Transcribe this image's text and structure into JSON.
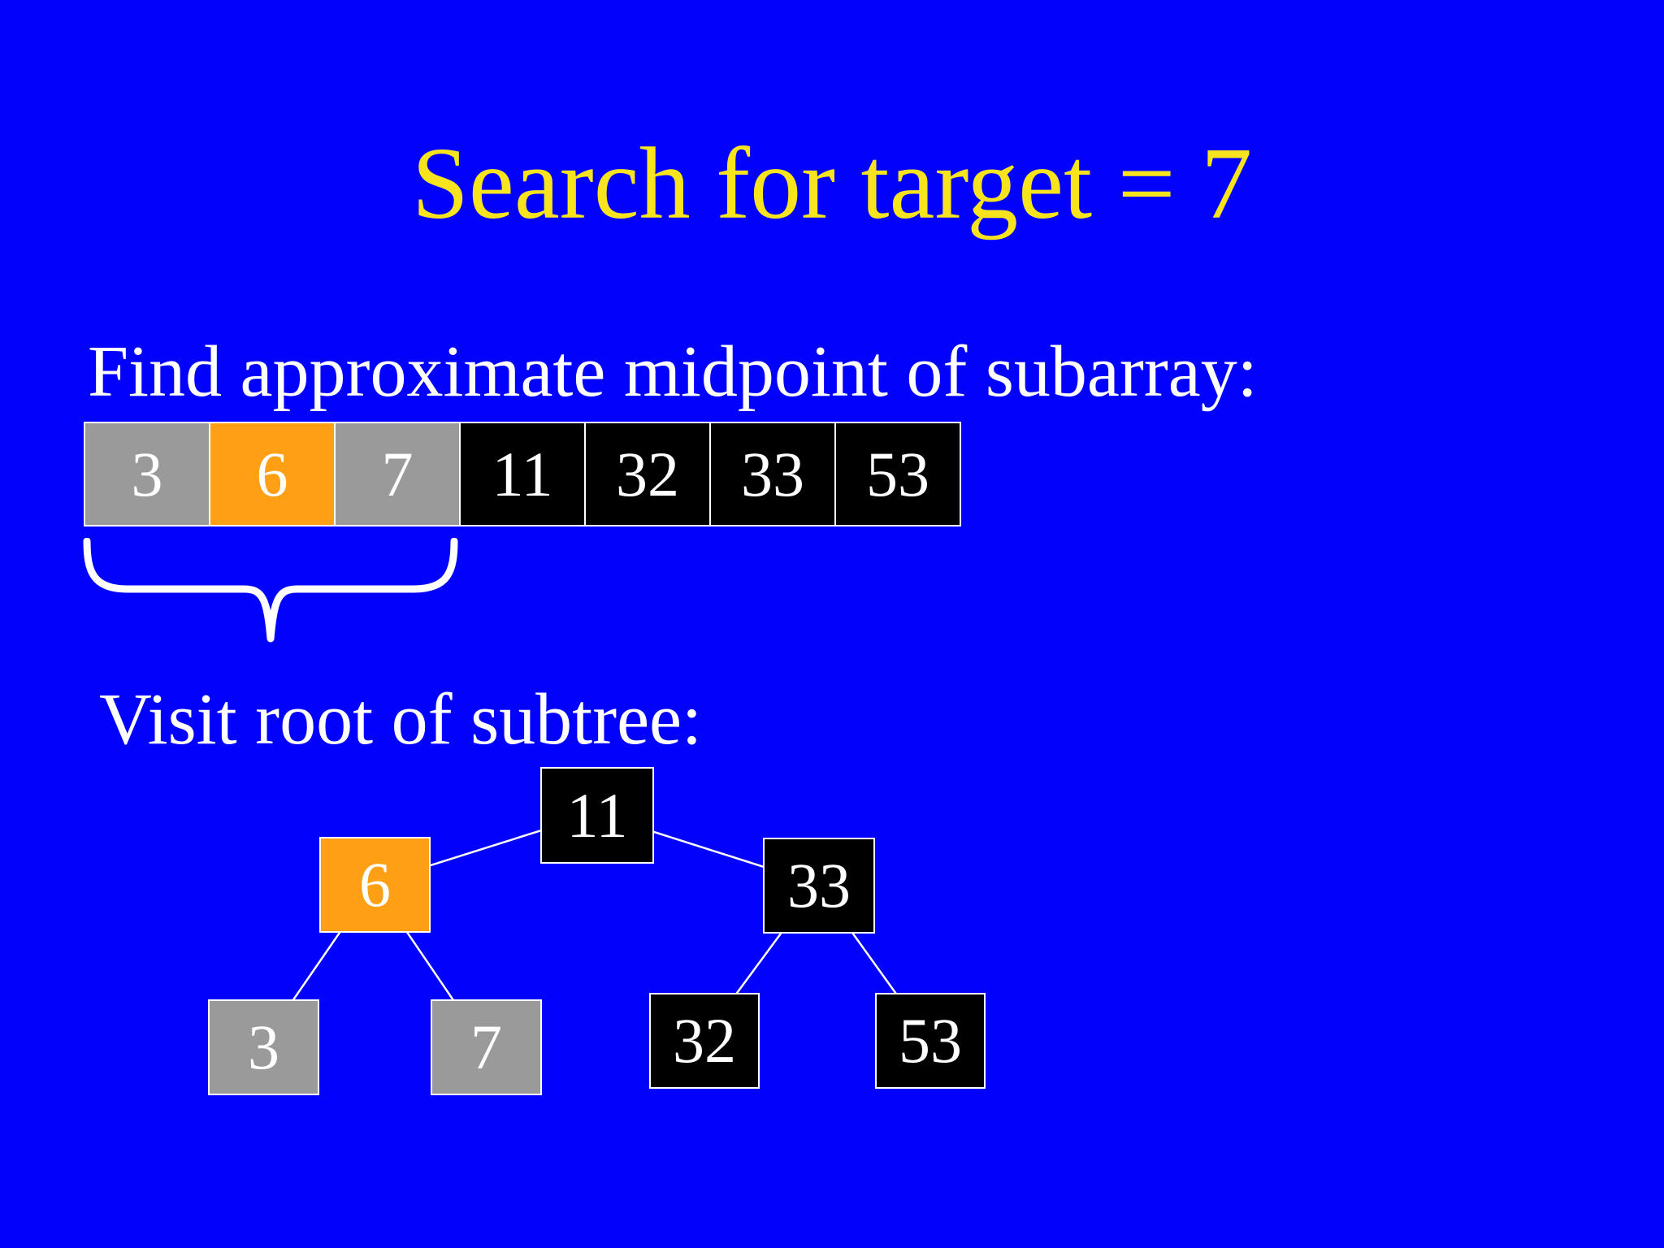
{
  "slide": {
    "title": "Search for target = 7",
    "step1_label": "Find approximate midpoint of subarray:",
    "step2_label": "Visit root of subtree:"
  },
  "array": {
    "cells": [
      {
        "value": "3",
        "state": "gray"
      },
      {
        "value": "6",
        "state": "orange"
      },
      {
        "value": "7",
        "state": "gray"
      },
      {
        "value": "11",
        "state": "black"
      },
      {
        "value": "32",
        "state": "black"
      },
      {
        "value": "33",
        "state": "black"
      },
      {
        "value": "53",
        "state": "black"
      }
    ],
    "brace_covers": [
      "3",
      "6",
      "7"
    ]
  },
  "tree": {
    "nodes": [
      {
        "value": "11",
        "state": "black",
        "role": "root"
      },
      {
        "value": "6",
        "state": "orange",
        "role": "left-child-of-11"
      },
      {
        "value": "33",
        "state": "black",
        "role": "right-child-of-11"
      },
      {
        "value": "3",
        "state": "gray",
        "role": "left-child-of-6"
      },
      {
        "value": "7",
        "state": "gray",
        "role": "right-child-of-6"
      },
      {
        "value": "32",
        "state": "black",
        "role": "left-child-of-33"
      },
      {
        "value": "53",
        "state": "black",
        "role": "right-child-of-33"
      }
    ],
    "edges": [
      [
        "11",
        "6"
      ],
      [
        "11",
        "33"
      ],
      [
        "6",
        "3"
      ],
      [
        "6",
        "7"
      ],
      [
        "33",
        "32"
      ],
      [
        "33",
        "53"
      ]
    ]
  },
  "colors": {
    "background": "#0202fc",
    "title": "#f8e41e",
    "text": "#ffffff",
    "highlight_orange": "#ffa014",
    "visited_gray": "#9a9a9a",
    "unvisited_black": "#000000",
    "line": "#ffffff"
  }
}
